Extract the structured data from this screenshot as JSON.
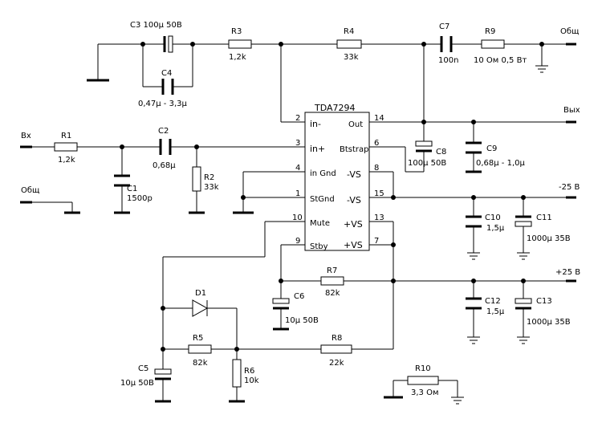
{
  "ic": {
    "name": "TDA7294",
    "pins": {
      "in_minus": {
        "label": "in-",
        "num": "2"
      },
      "in_plus": {
        "label": "in+",
        "num": "3"
      },
      "in_gnd": {
        "label": "in Gnd",
        "num": "4"
      },
      "st_gnd": {
        "label": "StGnd",
        "num": "1"
      },
      "mute": {
        "label": "Mute",
        "num": "10"
      },
      "stby": {
        "label": "Stby",
        "num": "9"
      },
      "out": {
        "label": "Out",
        "num": "14"
      },
      "btstrap": {
        "label": "Btstrap",
        "num": "6"
      },
      "vs_minus_8": {
        "label": "-VS",
        "num": "8"
      },
      "vs_minus_15": {
        "label": "-VS",
        "num": "15"
      },
      "vs_plus_13": {
        "label": "+VS",
        "num": "13"
      },
      "vs_plus_7": {
        "label": "+VS",
        "num": "7"
      }
    }
  },
  "terminals": {
    "in": "Вх",
    "gnd_left": "Общ",
    "gnd_right": "Общ",
    "out": "Вых",
    "neg_supply": "-25 В",
    "pos_supply": "+25 В"
  },
  "components": {
    "c3": "C3 100µ 50B",
    "c4_name": "C4",
    "c4_value": "0,47µ - 3,3µ",
    "r3_name": "R3",
    "r3_value": "1,2k",
    "r4_name": "R4",
    "r4_value": "33k",
    "c7_name": "C7",
    "c7_value": "100n",
    "r9_name": "R9",
    "r9_value": "10 Ом 0,5 Вт",
    "r1_name": "R1",
    "r1_value": "1,2k",
    "c2_name": "C2",
    "c2_value": "0,68µ",
    "c1_name": "C1",
    "c1_value": "1500p",
    "r2_name": "R2",
    "r2_value": "33k",
    "c8_name": "C8",
    "c8_value": "100µ 50B",
    "c9_name": "C9",
    "c9_value": "0,68µ - 1,0µ",
    "c10_name": "C10",
    "c10_value": "1,5µ",
    "c11_name": "C11",
    "c11_value": "1000µ 35B",
    "c12_name": "C12",
    "c12_value": "1,5µ",
    "c13_name": "C13",
    "c13_value": "1000µ 35B",
    "r7_name": "R7",
    "r7_value": "82k",
    "c6_name": "C6",
    "c6_value": "10µ 50B",
    "d1_name": "D1",
    "r5_name": "R5",
    "r5_value": "82k",
    "r8_name": "R8",
    "r8_value": "22k",
    "r6_name": "R6",
    "r6_value": "10k",
    "c5_name": "C5",
    "c5_value": "10µ 50B",
    "r10_name": "R10",
    "r10_value": "3,3 Ом"
  }
}
